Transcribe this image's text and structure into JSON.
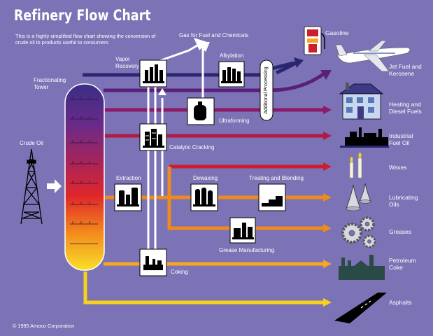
{
  "title": "Refinery Flow Chart",
  "subtitle": "This is a highly simplified flow chart showing the conversion of crude oil to products useful to consumers",
  "labels": {
    "fractionating_tower": "Fractionating Tower",
    "crude_oil": "Crude Oil",
    "vapor_recovery": "Vapor Recovery",
    "gas_for_fuel": "Gas for Fuel and Chemicals",
    "alkylation": "Alkylation",
    "additional_processing": "Additional Processing",
    "ultraforming": "Ultraforming",
    "catalytic_cracking": "Catalytic Cracking",
    "extraction": "Extraction",
    "dewaxing": "Dewaxing",
    "treating_blending": "Treating and Blending",
    "grease_manufacturing": "Grease Manufacturing",
    "coking": "Coking"
  },
  "products": [
    {
      "name": "Gasoline",
      "icon": "gas-pump-icon"
    },
    {
      "name": "Jet Fuel and Kerosene",
      "icon": "airplane-icon"
    },
    {
      "name": "Heating and Diesel Fuels",
      "icon": "house-icon"
    },
    {
      "name": "Industrial Fuel Oil",
      "icon": "factory-icon"
    },
    {
      "name": "Waxes",
      "icon": "candles-icon"
    },
    {
      "name": "Lubricating Oils",
      "icon": "oil-can-icon"
    },
    {
      "name": "Greases",
      "icon": "gears-icon"
    },
    {
      "name": "Petroleum Coke",
      "icon": "coke-plant-icon"
    },
    {
      "name": "Asphalts",
      "icon": "road-icon"
    }
  ],
  "footer": "© 1995 Amoco Corporation",
  "colors": {
    "background": "#7b73b5",
    "navy": "#2a2672",
    "purple": "#5a1f7a",
    "magenta": "#8c1a66",
    "crimson": "#b01a45",
    "red": "#cc1f2d",
    "orange": "#ef8a1c",
    "amber": "#f5a623",
    "yellow": "#f7d21c"
  }
}
